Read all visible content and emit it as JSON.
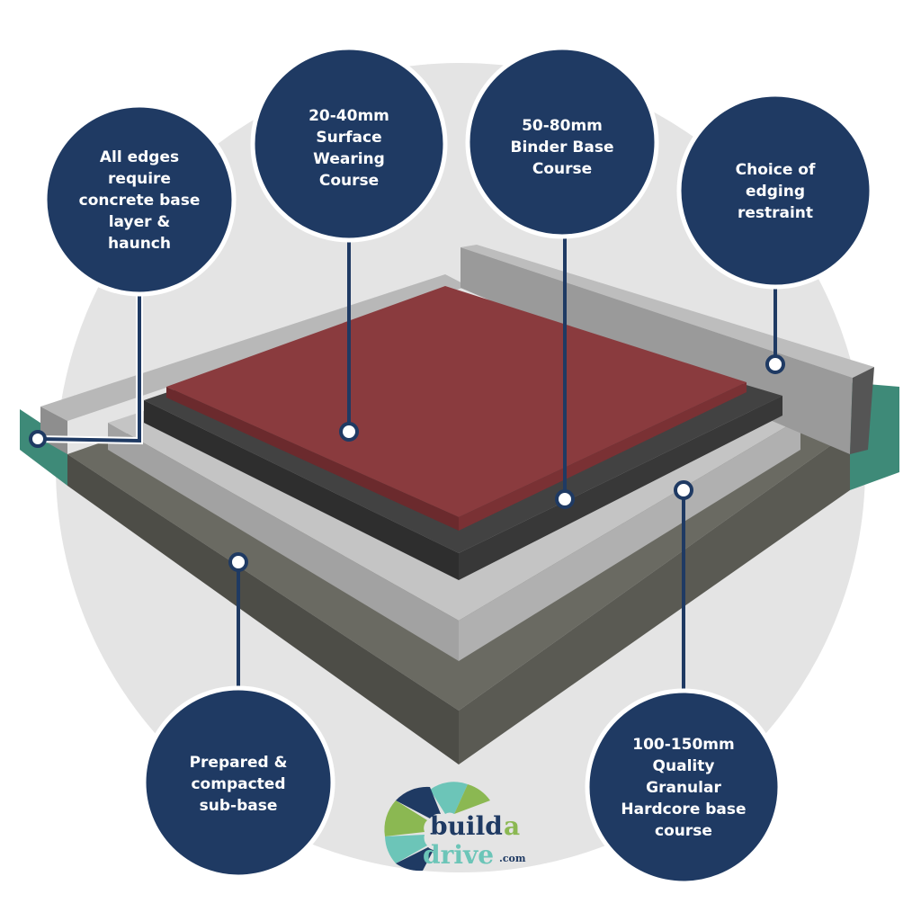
{
  "colors": {
    "navy": "#1f3a63",
    "background_circle": "#e4e4e4",
    "surface": "#8a3b3e",
    "binder": "#3a3a3a",
    "hardcore": "#b5b5b5",
    "subbase": "#55554e",
    "ground": "#3e8a78",
    "kerb": "#a8a8a8"
  },
  "callouts": [
    {
      "id": "edges",
      "lines": [
        "All edges",
        "require",
        "concrete base",
        "layer &",
        "haunch"
      ]
    },
    {
      "id": "surface",
      "lines": [
        "20-40mm",
        "Surface",
        "Wearing",
        "Course"
      ]
    },
    {
      "id": "binder",
      "lines": [
        "50-80mm",
        "Binder Base",
        "Course"
      ]
    },
    {
      "id": "edging",
      "lines": [
        "Choice of",
        "edging",
        "restraint"
      ]
    },
    {
      "id": "subbase",
      "lines": [
        "Prepared &",
        "compacted",
        "sub-base"
      ]
    },
    {
      "id": "hardcore",
      "lines": [
        "100-150mm",
        "Quality",
        "Granular",
        "Hardcore base",
        "course"
      ]
    }
  ],
  "logo": {
    "word1": "build",
    "word2": "a",
    "word3": "drive",
    "suffix": ".com"
  }
}
